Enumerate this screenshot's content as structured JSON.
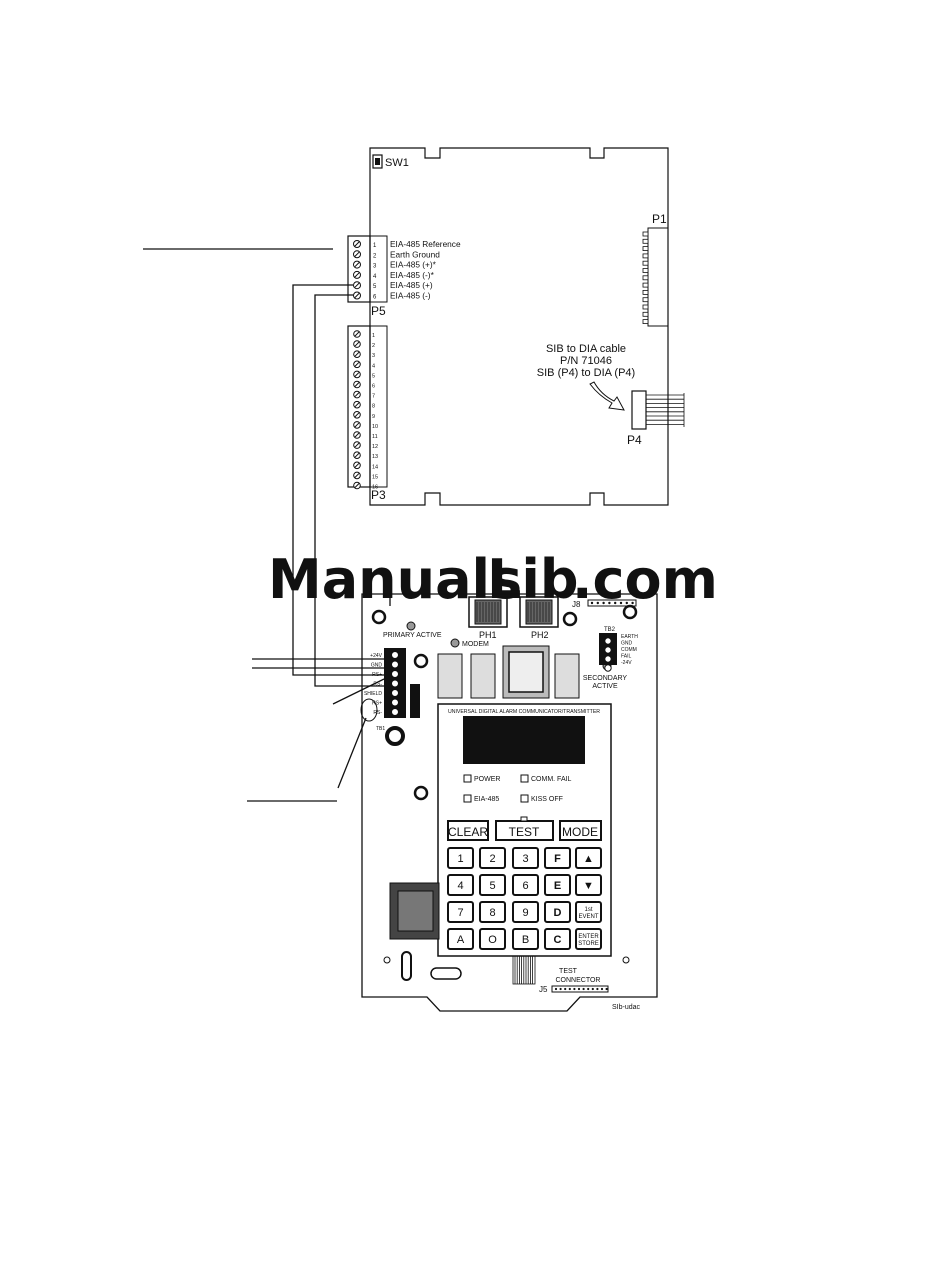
{
  "sib_board": {
    "sw1_label": "SW1",
    "p1_label": "P1",
    "p5_label": "P5",
    "p3_label": "P3",
    "p4_label": "P4",
    "p5_pins": [
      "1",
      "2",
      "3",
      "4",
      "5",
      "6"
    ],
    "p5_signals": [
      "EIA-485 Reference",
      "Earth Ground",
      "EIA-485 (+)*",
      "EIA-485 (-)*",
      "EIA-485 (+)",
      "EIA-485 (-)"
    ],
    "p3_pins": [
      "1",
      "2",
      "3",
      "4",
      "5",
      "6",
      "7",
      "8",
      "9",
      "10",
      "11",
      "12",
      "13",
      "14",
      "15",
      "16"
    ],
    "cable_note": [
      "SIB to DIA cable",
      "P/N 71046",
      "SIB (P4) to DIA (P4)"
    ]
  },
  "watermark": {
    "part1": "Manuals",
    "part2": "Lib",
    "part3": ".com",
    "colors": [
      "#c8c8c8",
      "#b9d3ee",
      "#f5c27a"
    ]
  },
  "udac_board": {
    "j8_label": "J8",
    "ph1_label": "PH1",
    "ph2_label": "PH2",
    "primary_active": "PRIMARY ACTIVE",
    "modem": "MODEM",
    "secondary_active": [
      "SECONDARY",
      "ACTIVE"
    ],
    "tb2_label": "TB2",
    "tb2_terms": [
      "EARTH",
      "GND",
      "COMM",
      "FAIL",
      "-24V"
    ],
    "tb1_terms": [
      "+24V",
      "GND",
      "RS+",
      "RS-",
      "SHIELD",
      "RS+",
      "RS-"
    ],
    "tb1_label": "TB1",
    "panel_title": "UNIVERSAL DIGITAL ALARM COMMUNICATOR/TRANSMITTER",
    "leds": [
      "POWER",
      "COMM. FAIL",
      "EIA-485",
      "KISS OFF"
    ],
    "func_keys": [
      "CLEAR",
      "TEST",
      "MODE"
    ],
    "keypad": [
      [
        "1",
        "2",
        "3",
        "F",
        "▲"
      ],
      [
        "4",
        "5",
        "6",
        "E",
        "▼"
      ],
      [
        "7",
        "8",
        "9",
        "D",
        "1st EVENT"
      ],
      [
        "A",
        "O",
        "B",
        "C",
        "ENTER STORE"
      ]
    ],
    "test_connector": [
      "TEST",
      "CONNECTOR"
    ],
    "j5_label": "J5",
    "figure_id": "SIb-udac"
  }
}
